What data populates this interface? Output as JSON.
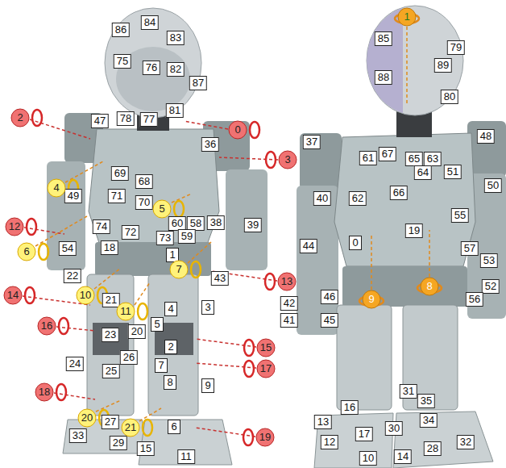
{
  "diagram": {
    "labels": [
      "86",
      "84",
      "83",
      "75",
      "76",
      "82",
      "87",
      "81",
      "78",
      "77",
      "47",
      "36",
      "69",
      "68",
      "71",
      "70",
      "49",
      "60",
      "58",
      "38",
      "39",
      "74",
      "72",
      "73",
      "59",
      "54",
      "18",
      "1",
      "43",
      "22",
      "21",
      "4",
      "3",
      "5",
      "20",
      "23",
      "2",
      "24",
      "26",
      "25",
      "7",
      "8",
      "9",
      "27",
      "6",
      "33",
      "29",
      "15",
      "11",
      "2",
      "0",
      "3",
      "12",
      "13",
      "14",
      "16",
      "15",
      "17",
      "18",
      "19",
      "4",
      "5",
      "6",
      "7",
      "10",
      "11",
      "20",
      "21",
      "85",
      "79",
      "89",
      "88",
      "80",
      "48",
      "37",
      "61",
      "67",
      "65",
      "63",
      "64",
      "51",
      "50",
      "66",
      "40",
      "62",
      "55",
      "44",
      "0",
      "19",
      "57",
      "53",
      "52",
      "42",
      "46",
      "56",
      "41",
      "45",
      "16",
      "31",
      "35",
      "13",
      "17",
      "30",
      "34",
      "12",
      "28",
      "32",
      "10",
      "14",
      "1",
      "9",
      "8"
    ]
  }
}
